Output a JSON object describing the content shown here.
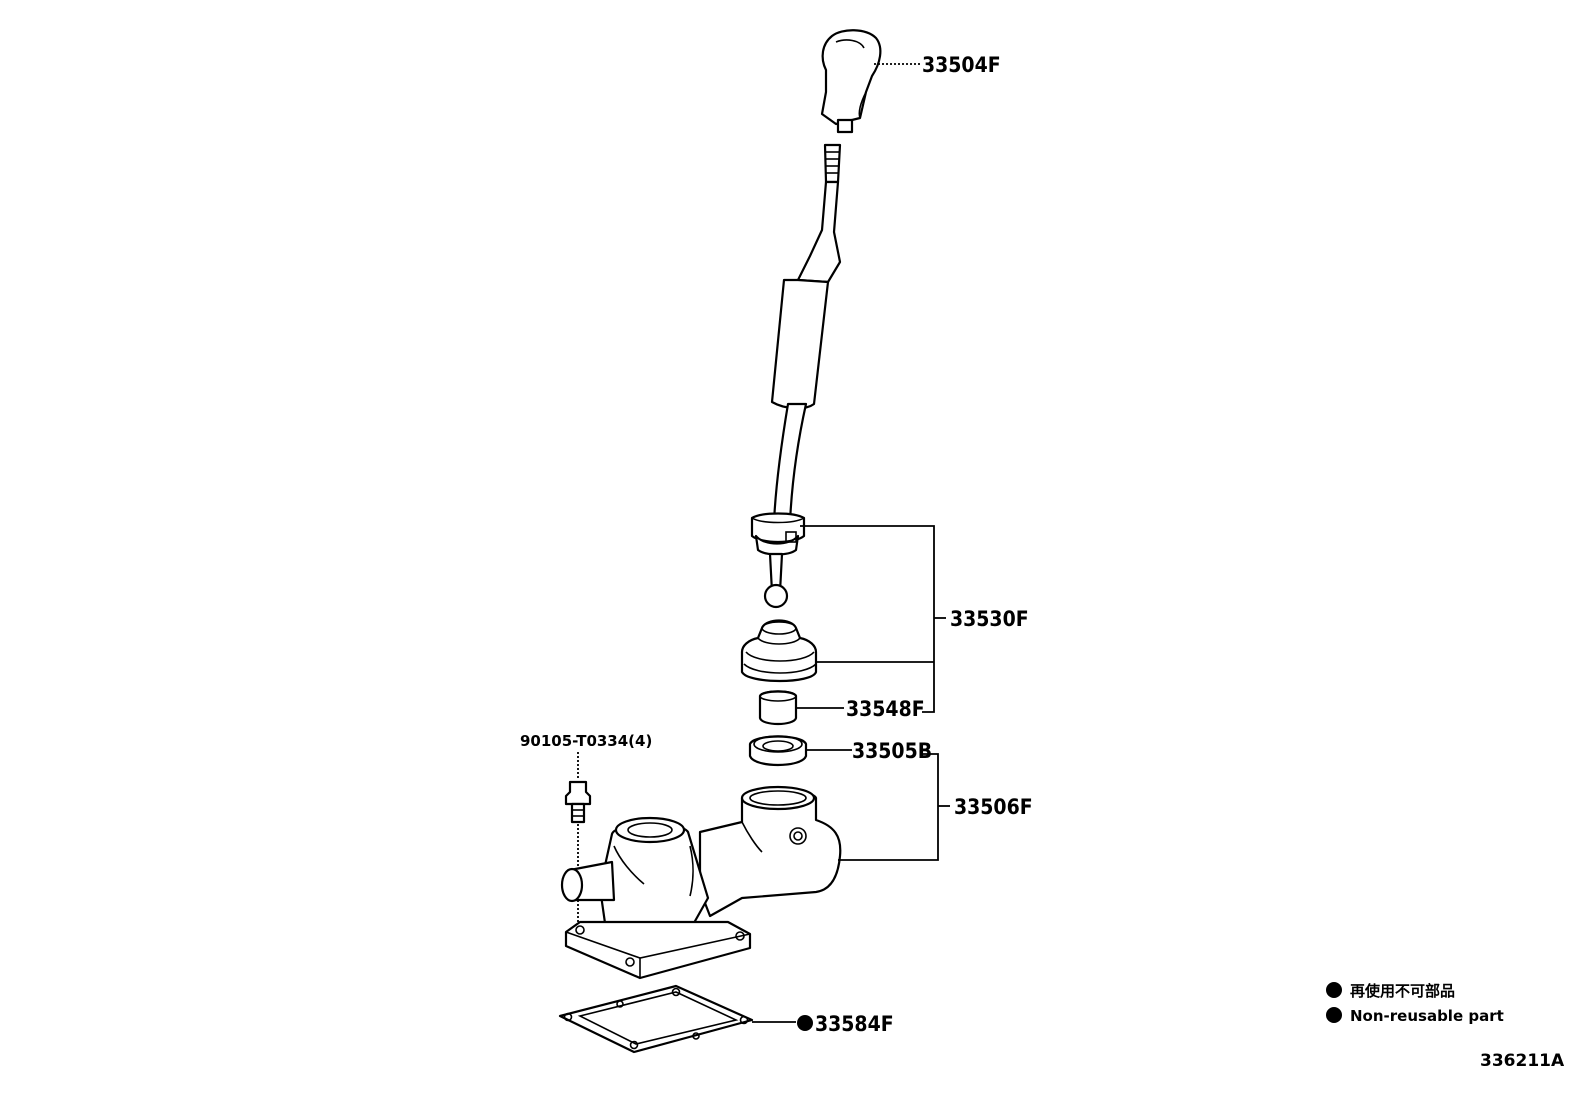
{
  "parts": {
    "knob": "33504F",
    "lever_assy": "33530F",
    "bushing": "33548F",
    "seal": "33505B",
    "retainer_assy": "33506F",
    "bolt": "90105-T0334(4)",
    "gasket": "33584F"
  },
  "legend": {
    "line_jp": "再使用不可部品",
    "line_en": "Non-reusable part"
  },
  "figure_id": "336211A"
}
